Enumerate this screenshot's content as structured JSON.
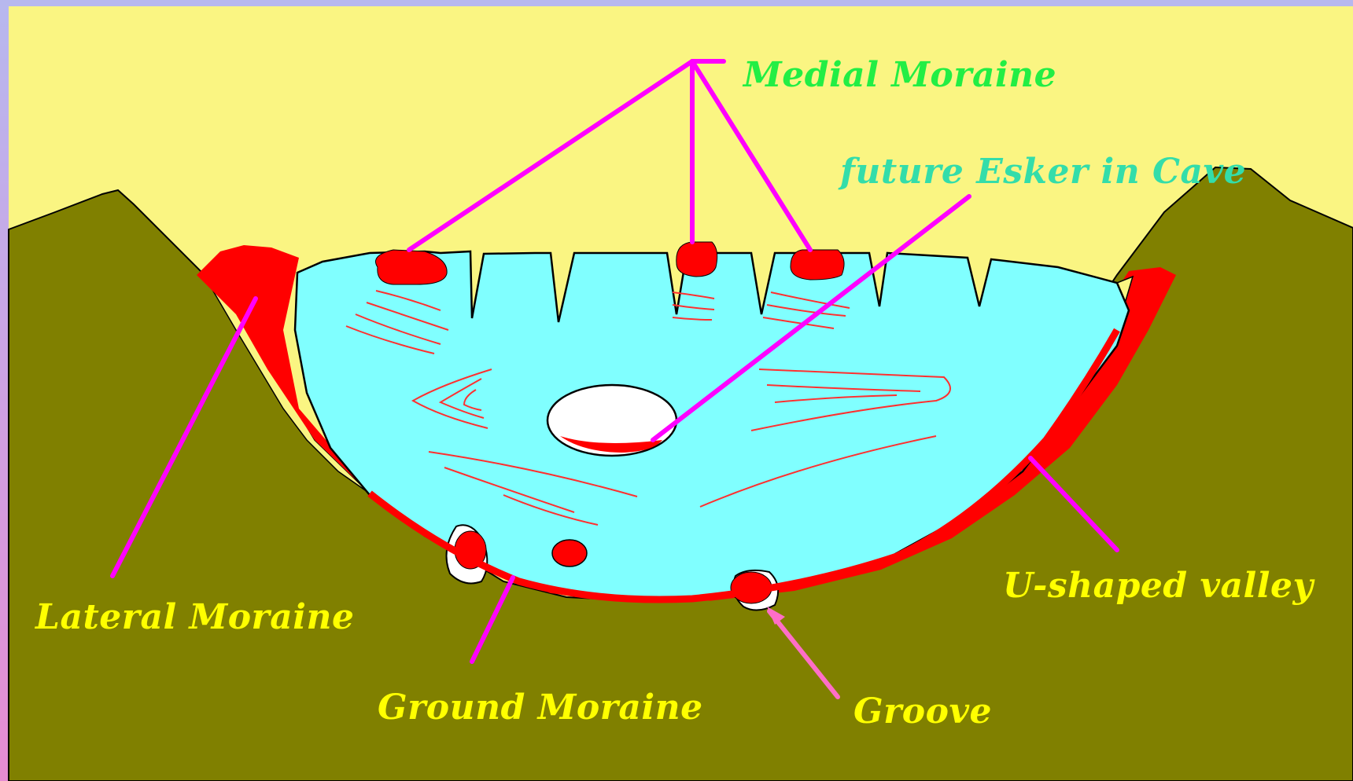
{
  "labels": {
    "medial_moraine": "Medial Moraine",
    "future_esker": "future Esker in Cave",
    "lateral_moraine": "Lateral Moraine",
    "u_shaped_valley": "U-shaped valley",
    "ground_moraine": "Ground Moraine",
    "groove": "Groove"
  },
  "colors": {
    "sky": "#faf582",
    "mountain": "#808000",
    "ice": "#80ffff",
    "moraine": "#ff0000",
    "pointer": "#ff00ff",
    "groove_pointer": "#ff6ec7",
    "label_yellow": "#ffff00",
    "label_green": "#22ee44",
    "label_cyan": "#33ddaa"
  }
}
